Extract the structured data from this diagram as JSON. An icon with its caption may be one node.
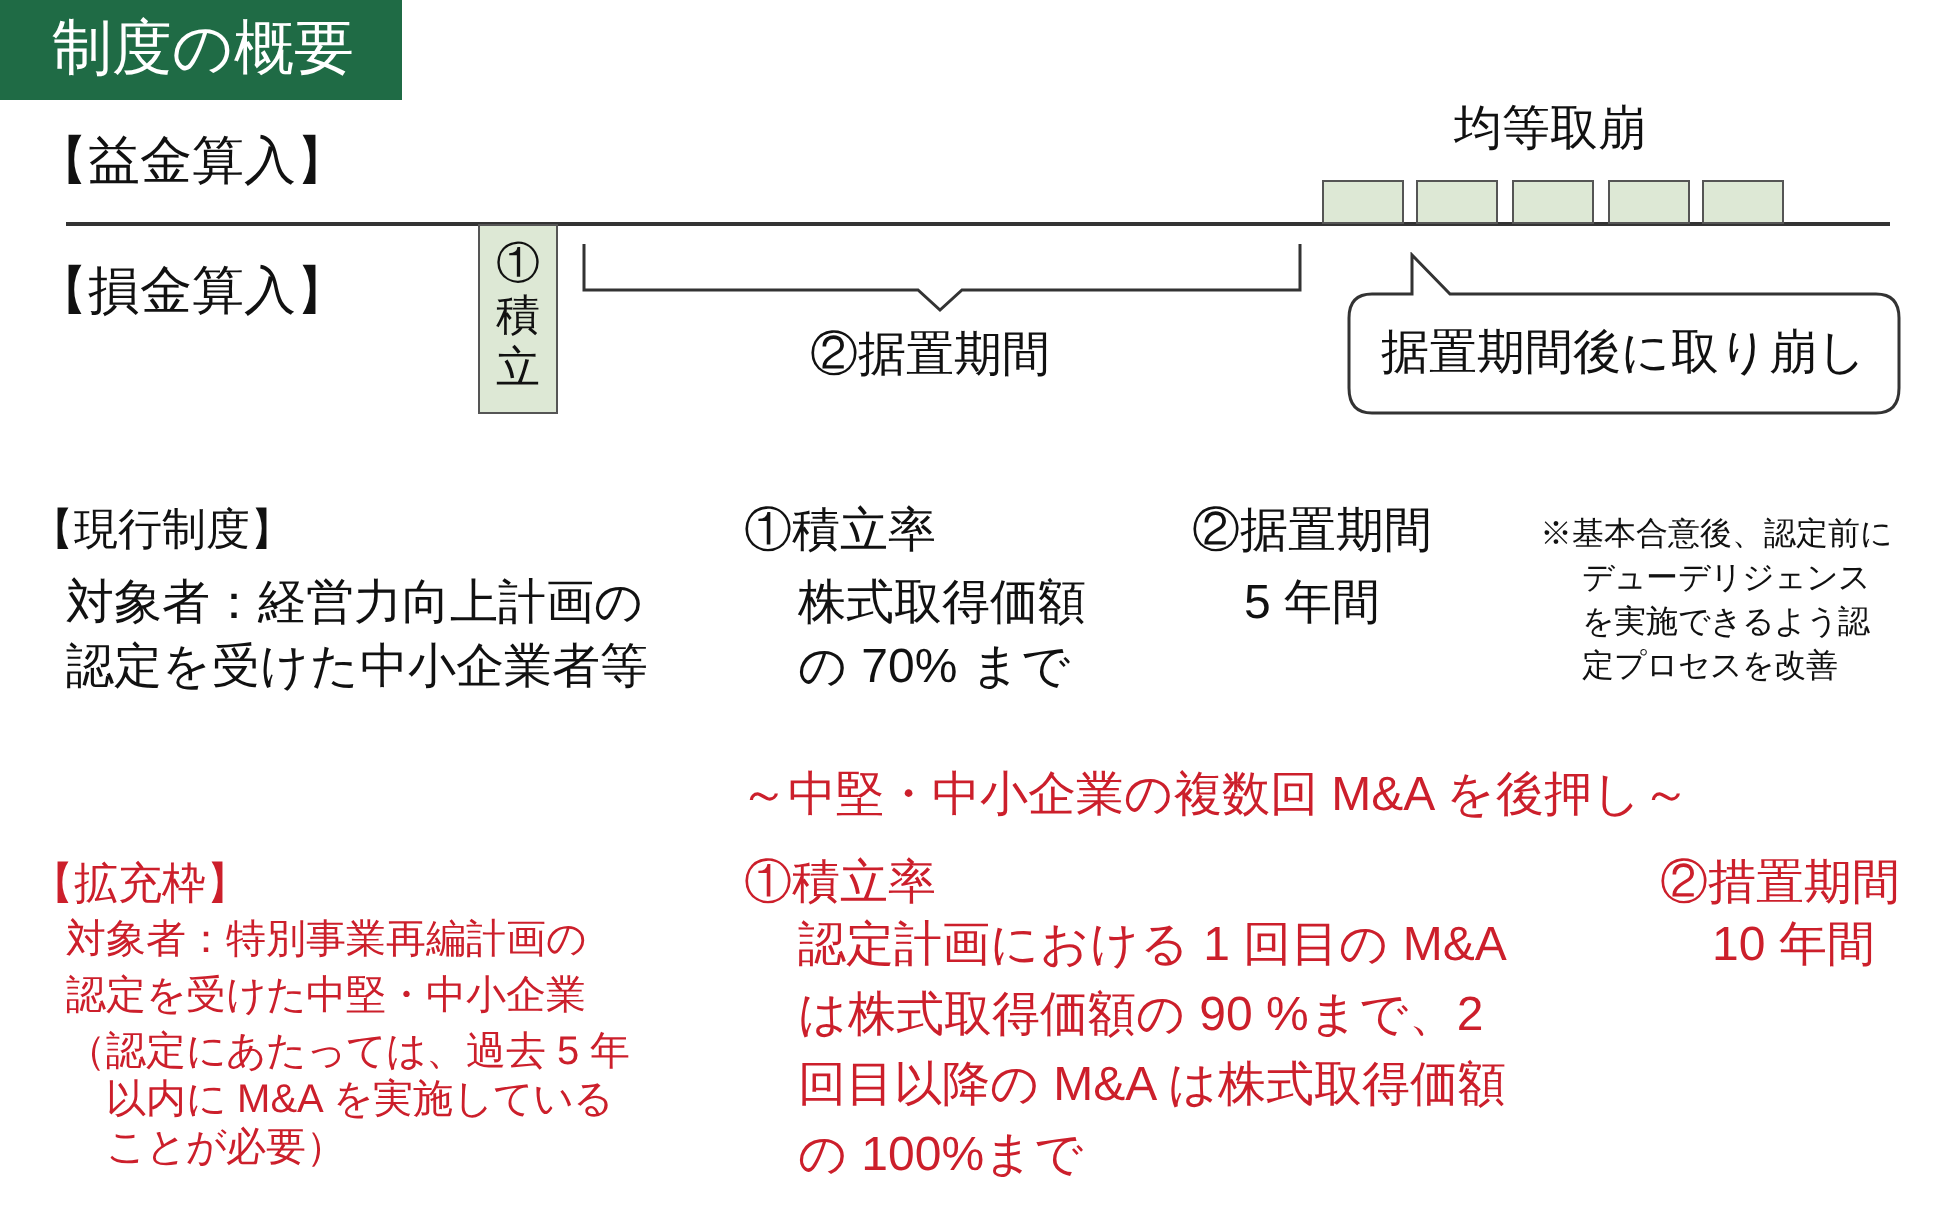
{
  "diagram": {
    "title": "制度の概要",
    "nodes": [
      {
        "text": [
          "①積立"
        ]
      },
      {
        "text": [],
        "shape": "box"
      },
      {
        "text": [],
        "shape": "box"
      },
      {
        "text": [],
        "shape": "box"
      },
      {
        "text": [],
        "shape": "box"
      },
      {
        "text": [],
        "shape": "box"
      },
      {
        "text": [
          "据置期間後に取り崩し"
        ]
      }
    ],
    "labels": [
      "【益金算入】",
      "均等取崩",
      "【損金算入】",
      "②据置期間",
      "【現行制度】",
      "対象者：経営力向上計画の認定を受けた中小企業者等",
      "①積立率",
      "株式取得価額の 70% まで",
      "②据置期間",
      "5 年間",
      "※基本合意後、認定前にデューデリジェンスを実施できるよう認定プロセスを改善",
      "～中堅・中小企業の複数回 M&A を後押し～",
      "【拡充枠】",
      "対象者：特別事業再編計画の認定を受けた中堅・中小企業",
      "（認定にあたっては、過去 5 年以内に M&A を実施していることが必要）",
      "①積立率",
      "認定計画における 1 回目の M&Aは株式取得価額の 90 %まで、2 回目以降の M&A は株式取得価額の 100%まで",
      "②措置期間",
      "10 年間"
    ]
  }
}
